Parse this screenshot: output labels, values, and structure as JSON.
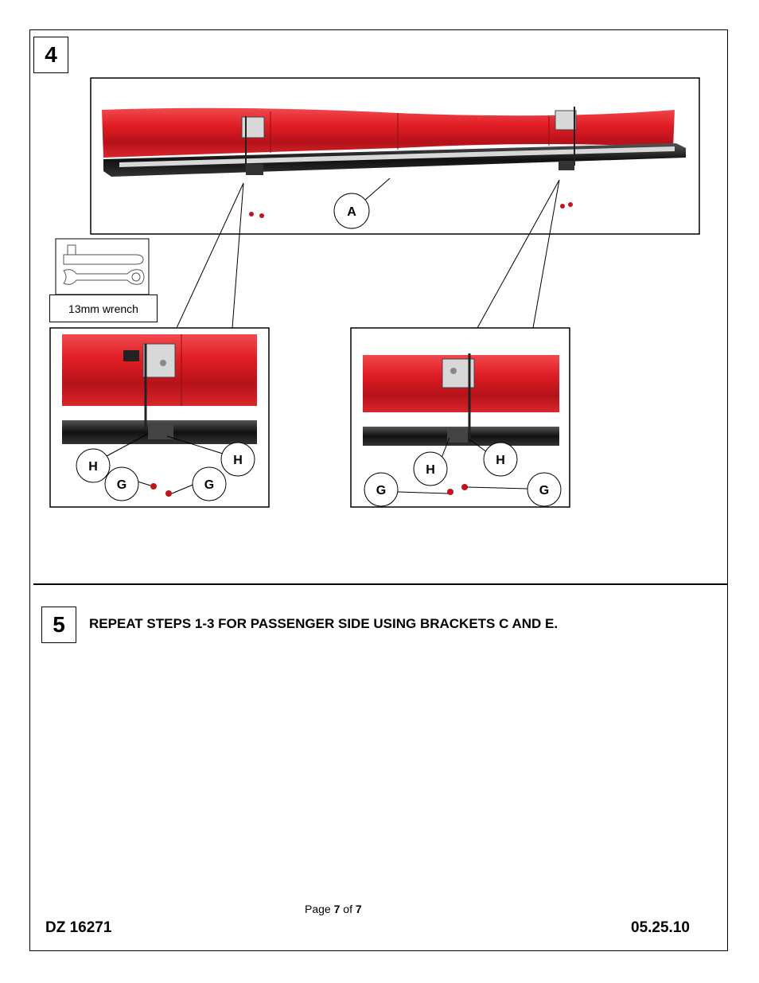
{
  "steps": {
    "step4_number": "4",
    "step5_number": "5",
    "step5_instruction": "REPEAT STEPS 1-3 FOR PASSENGER SIDE USING BRACKETS C AND E."
  },
  "tool": {
    "label": "13mm wrench",
    "icon": "wrench-icon"
  },
  "callouts": {
    "main": [
      "A"
    ],
    "left_detail": [
      "H",
      "H",
      "G",
      "G"
    ],
    "right_detail": [
      "H",
      "H",
      "G",
      "G"
    ]
  },
  "colors": {
    "rocker_red": "#d91f26",
    "running_board_black": "#1a1a1a",
    "bracket_silver": "#c9c9c9"
  },
  "footer": {
    "part_number": "DZ 16271",
    "date": "05.25.10",
    "page_prefix": "Page ",
    "page_current": "7",
    "page_of": " of ",
    "page_total": "7"
  }
}
